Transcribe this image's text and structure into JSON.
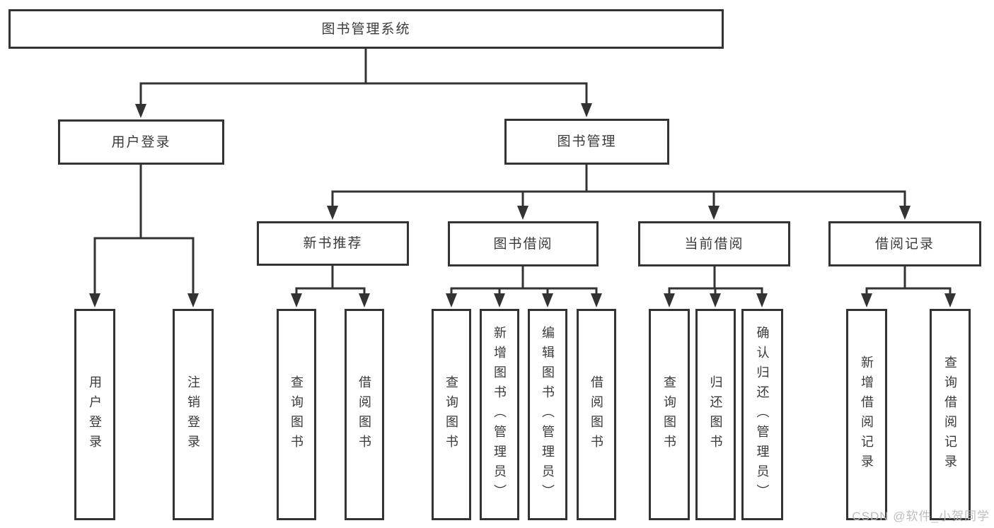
{
  "diagram": {
    "tree": {
      "label": "图书管理系统",
      "children": [
        {
          "label": "用户登录",
          "children": [
            {
              "label": "用户登录"
            },
            {
              "label": "注销登录"
            }
          ]
        },
        {
          "label": "图书管理",
          "children": [
            {
              "label": "新书推荐",
              "children": [
                {
                  "label": "查询图书"
                },
                {
                  "label": "借阅图书"
                }
              ]
            },
            {
              "label": "图书借阅",
              "children": [
                {
                  "label": "查询图书"
                },
                {
                  "label": "新增图书（管理员）"
                },
                {
                  "label": "编辑图书（管理员）"
                },
                {
                  "label": "借阅图书"
                }
              ]
            },
            {
              "label": "当前借阅",
              "children": [
                {
                  "label": "查询图书"
                },
                {
                  "label": "归还图书"
                },
                {
                  "label": "确认归还（管理员）"
                }
              ]
            },
            {
              "label": "借阅记录",
              "children": [
                {
                  "label": "新增借阅记录"
                },
                {
                  "label": "查询借阅记录"
                }
              ]
            }
          ]
        }
      ]
    }
  },
  "watermark": "CSDN @软件_小贺同学",
  "colors": {
    "line": "#333333",
    "box_border": "#333333",
    "text": "#3a3a3a",
    "watermark": "#b9b9b9",
    "background": "#ffffff"
  }
}
